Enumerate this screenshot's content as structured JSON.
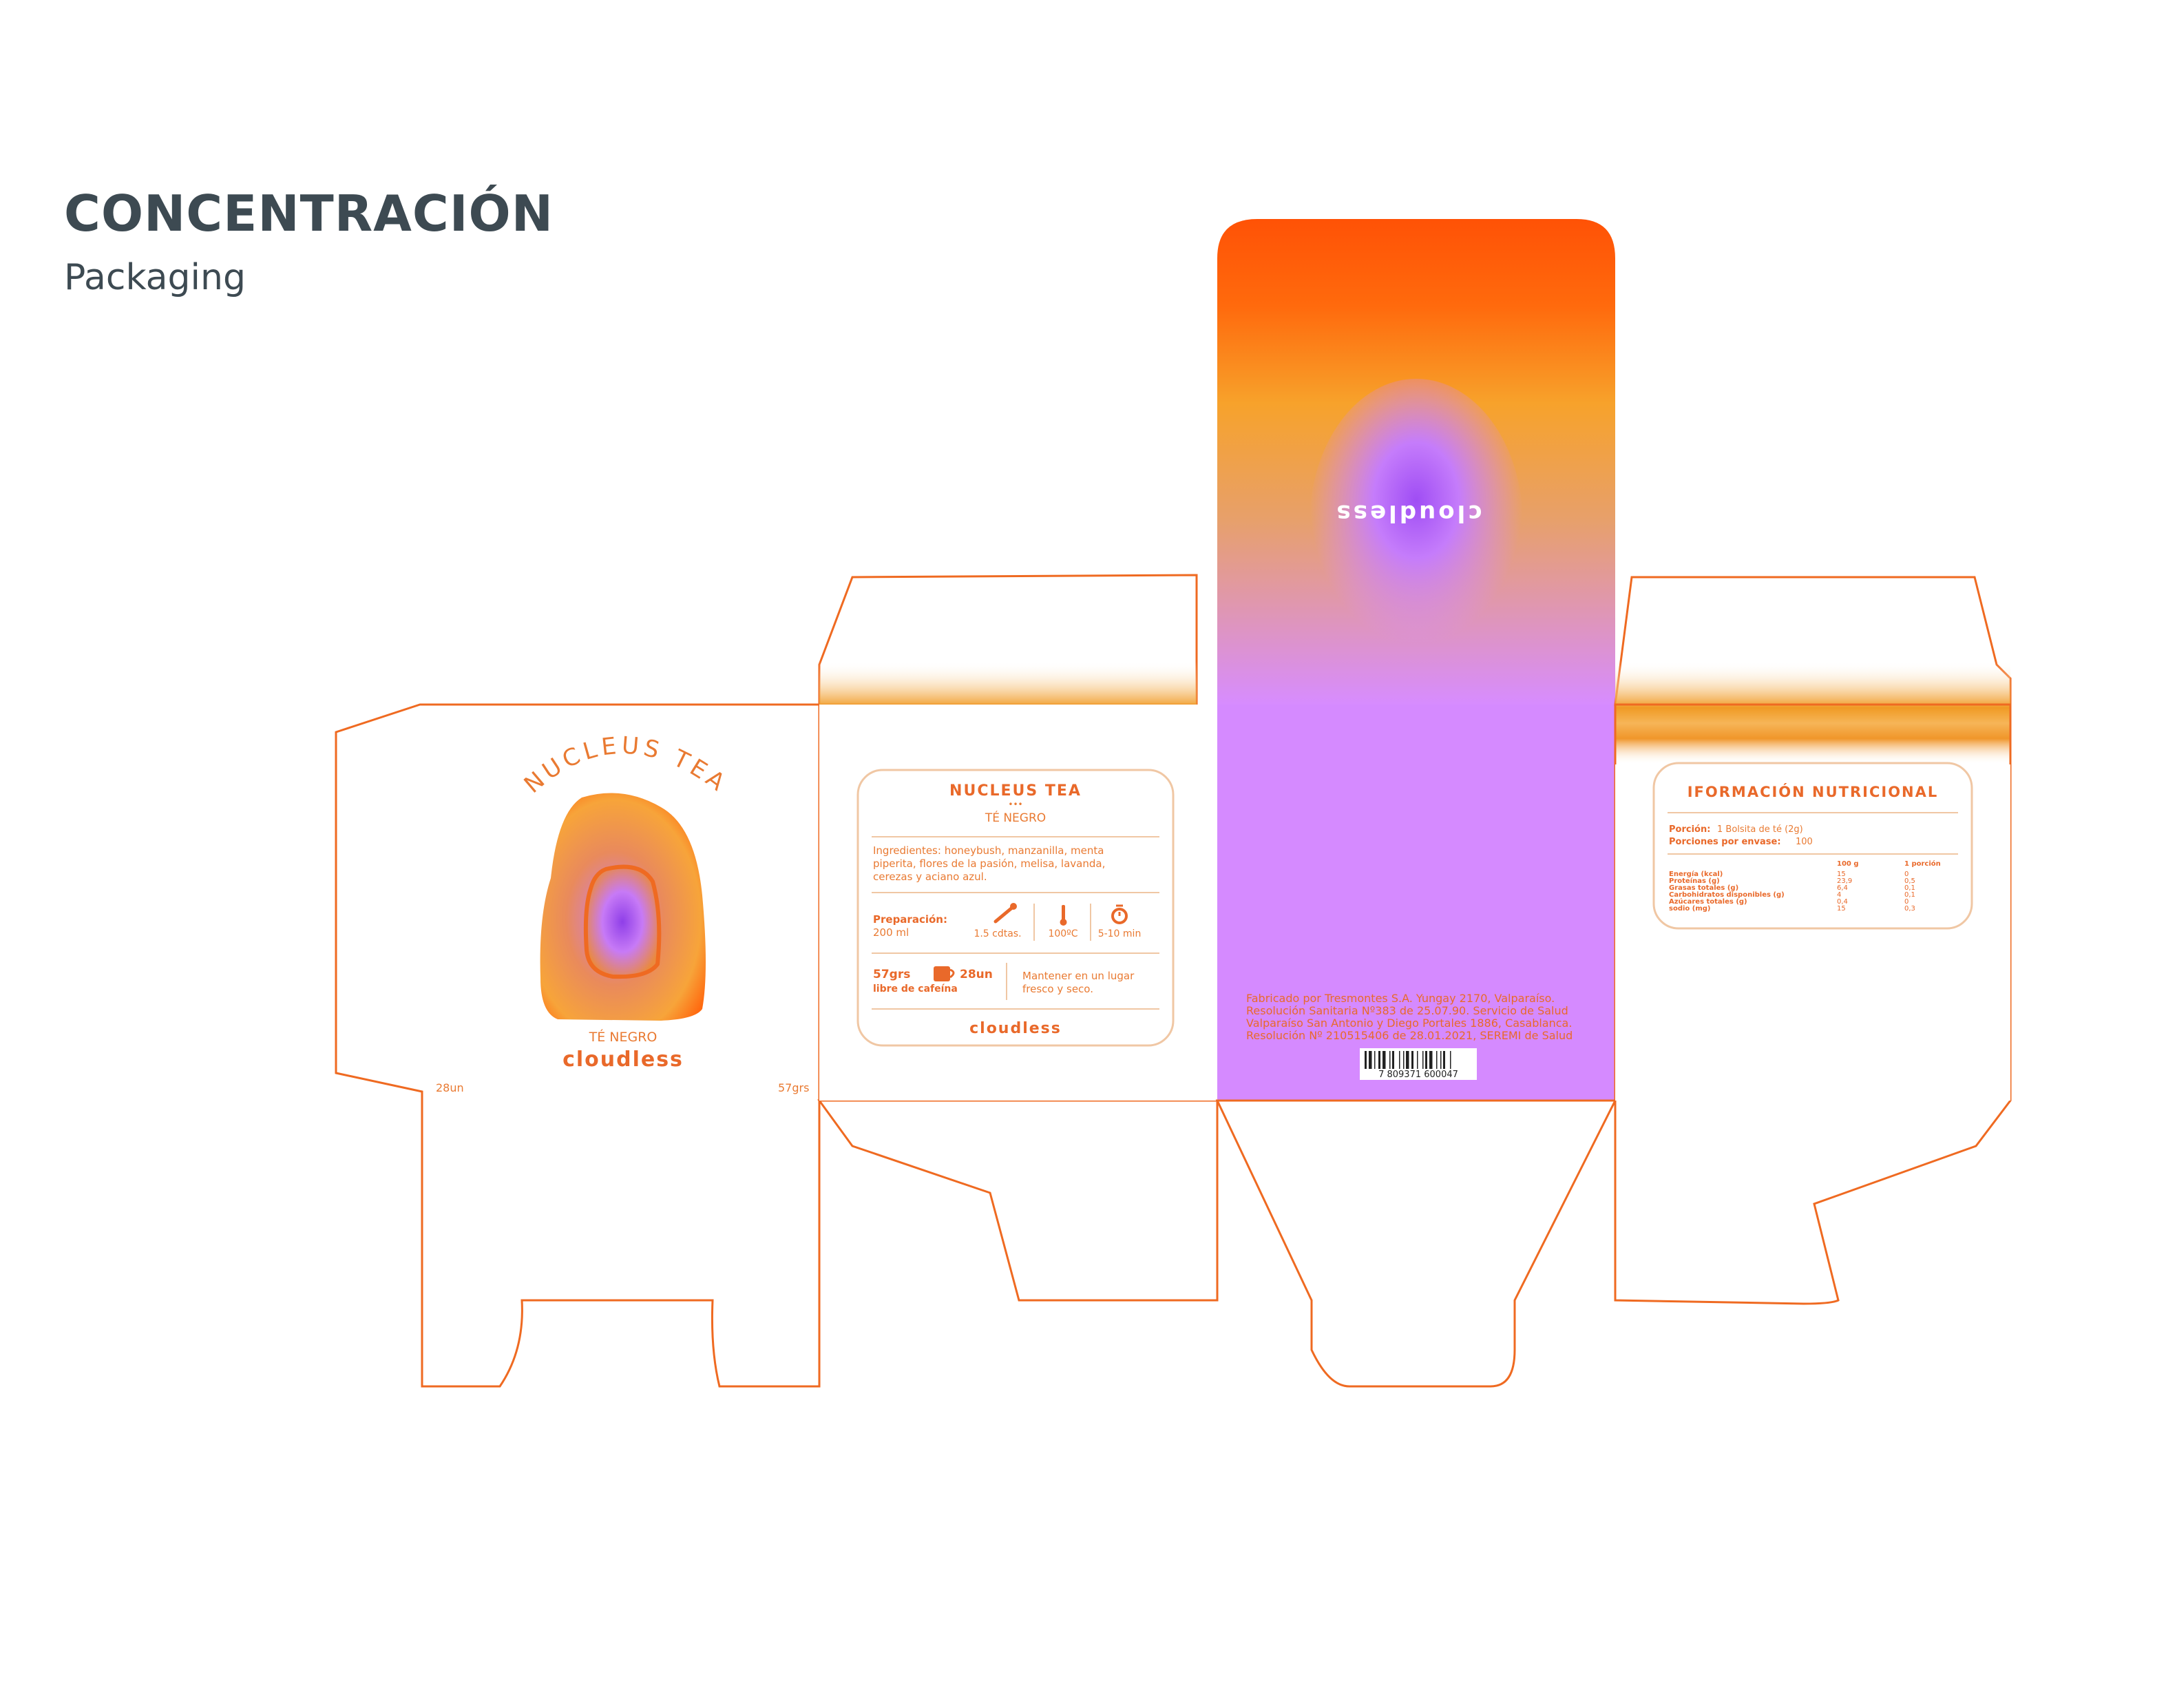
{
  "header": {
    "title": "CONCENTRACIÓN",
    "subtitle": "Packaging"
  },
  "colors": {
    "accent": "#ef6a21",
    "orange_top": "#ff5a0b",
    "orange_mid": "#f5a32a",
    "lilac": "#d58aff",
    "violet": "#a755f5",
    "heading": "#3d4a52"
  },
  "front_panel": {
    "arc_title": "NUCLEUS TEA",
    "variety": "TÉ NEGRO",
    "brand": "cloudless",
    "count": "28un",
    "weight": "57grs"
  },
  "info_panel": {
    "title": "NUCLEUS TEA",
    "dots": "•••",
    "variety": "TÉ NEGRO",
    "ingredients_line1": "Ingredientes: honeybush, manzanilla, menta",
    "ingredients_line2": "piperita, flores de la pasión, melisa, lavanda,",
    "ingredients_line3": "cerezas y aciano azul.",
    "prep_label": "Preparación:",
    "prep_volume": "200 ml",
    "prep_dose": "1.5 cdtas.",
    "prep_temp": "100ºC",
    "prep_time": "5-10 min",
    "weight": "57grs",
    "count": "28un",
    "caffeine": "libre de cafeína",
    "storage_line1": "Mantener en un lugar",
    "storage_line2": "fresco y seco.",
    "brand": "cloudless",
    "icons": [
      "spoon-icon",
      "thermometer-icon",
      "timer-icon",
      "cup-icon"
    ]
  },
  "top_lid": {
    "brand_upside_down": "cloudless"
  },
  "back_panel": {
    "legal_line1": "Fabricado por Tresmontes S.A. Yungay 2170, Valparaíso.",
    "legal_line2": "Resolución Sanitaria Nº383 de 25.07.90. Servicio de Salud",
    "legal_line3": "Valparaíso San Antonio y Diego Portales 1886, Casablanca.",
    "legal_line4": "Resolución Nº 210515406 de 28.01.2021, SEREMI de Salud",
    "barcode_number": "7 809371 600047"
  },
  "nutrition_panel": {
    "title": "IFORMACIÓN NUTRICIONAL",
    "portion_label": "Porción:",
    "portion_value": "1 Bolsita de té (2g)",
    "servings_label": "Porciones por envase:",
    "servings_value": "100",
    "col_100g": "100 g",
    "col_portion": "1 porción",
    "rows": [
      {
        "name": "Energía (kcal)",
        "per100": "15",
        "portion": "0"
      },
      {
        "name": "Proteínas (g)",
        "per100": "23,9",
        "portion": "0,5"
      },
      {
        "name": "Grasas totales (g)",
        "per100": "6,4",
        "portion": "0,1"
      },
      {
        "name": "Carbohidratos disponibles (g)",
        "per100": "4",
        "portion": "0,1"
      },
      {
        "name": "Azúcares totales (g)",
        "per100": "0,4",
        "portion": "0"
      },
      {
        "name": "sodio (mg)",
        "per100": "15",
        "portion": "0,3"
      }
    ]
  }
}
